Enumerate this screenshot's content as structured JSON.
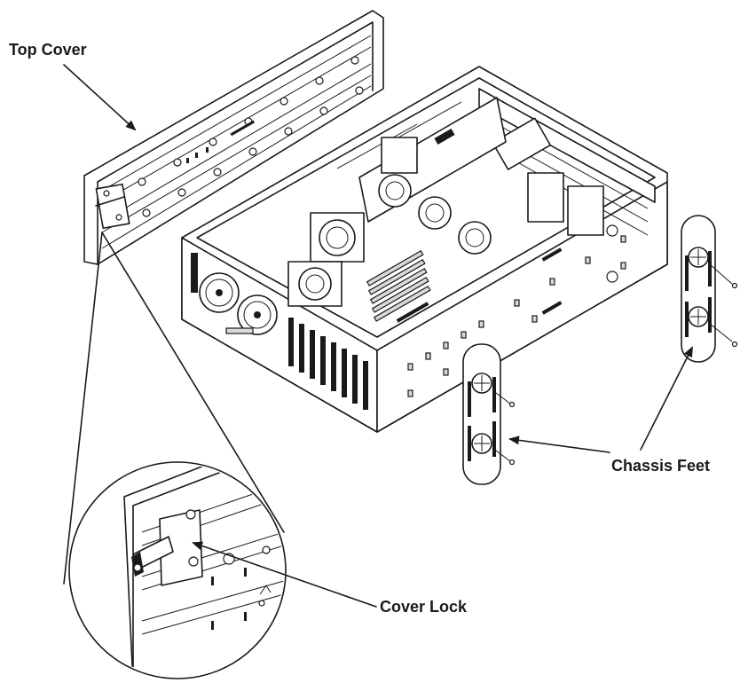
{
  "labels": {
    "top_cover": "Top Cover",
    "chassis_feet": "Chassis Feet",
    "cover_lock": "Cover Lock"
  },
  "colors": {
    "ink": "#1a1a1a",
    "paper": "#ffffff",
    "shade": "#d9d9d9"
  }
}
